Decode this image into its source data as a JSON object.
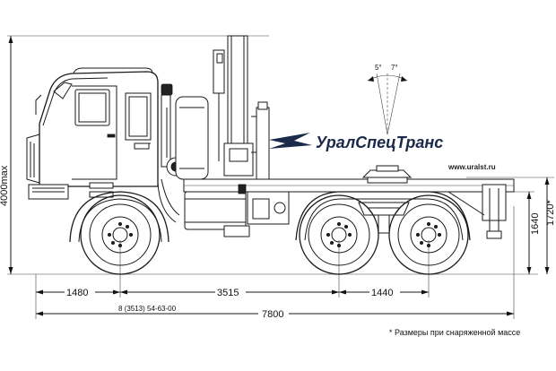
{
  "dimensions": {
    "height_total": "4000max",
    "height_frame": "1640",
    "height_fifth_wheel": "1720*",
    "front_overhang": "1480",
    "wheelbase": "3515",
    "rear_axle_spacing": "1440",
    "overall_length": "7800",
    "angle_left": "5°",
    "angle_right": "7°"
  },
  "model_label": "8 (3513) 54-63-00",
  "logo": "УралСпецТранс",
  "website": "www.uralst.ru",
  "footnote": "* Размеры при снаряженной массе"
}
